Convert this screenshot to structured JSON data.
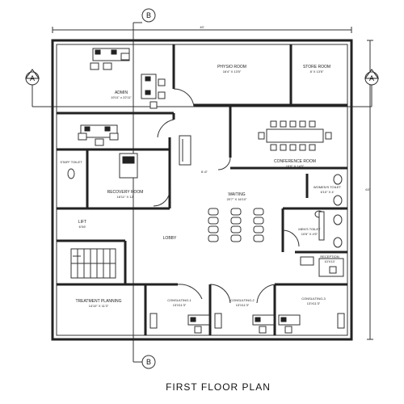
{
  "title": "FIRST  FLOOR PLAN",
  "section_markers": {
    "a": "A",
    "b": "B"
  },
  "dimensions": {
    "overall_width": "40'",
    "overall_depth": "63'"
  },
  "rooms": {
    "admin": {
      "name": "ADMIN",
      "size": "19'11\" x 22'11\""
    },
    "physio": {
      "name": "PHYSIO ROOM",
      "size": "16'4\" X 13'5\""
    },
    "store": {
      "name": "STORE ROOM",
      "size": "8' X 13'5\""
    },
    "conference": {
      "name": "CONFERENCE ROOM",
      "size": "16'8\" X 14'5\""
    },
    "staff_toilet": {
      "name": "STAFF TOILET"
    },
    "recovery": {
      "name": "RECOVERY ROOM",
      "size": "16'11\" X 12'"
    },
    "waiting": {
      "name": "WAITING",
      "size": "20'7\" X 16'10\""
    },
    "womens_toilet": {
      "name": "WOMEN'S TOILET",
      "size": "6'10\" X 4'"
    },
    "lift": {
      "name": "LIFT",
      "size": "6'X6'"
    },
    "mens_toilet": {
      "name": "MEN'S TOILET",
      "size": "10'6\" X 4'5\""
    },
    "lobby": {
      "name": "LOBBY"
    },
    "reception": {
      "name": "RECEPTION",
      "size": "10'X13'"
    },
    "treatment": {
      "name": "TREATMENT PLANNING",
      "size": "14'10\" X 11'3\""
    },
    "consult1": {
      "name": "CONSULTING-1",
      "size": "13'X11'3\""
    },
    "consult2": {
      "name": "CONSULTING-2",
      "size": "13'X11'3\""
    },
    "consult3": {
      "name": "CONSULTING-3",
      "size": "13'X11'3\""
    }
  },
  "corridor_width": "6'-6\""
}
